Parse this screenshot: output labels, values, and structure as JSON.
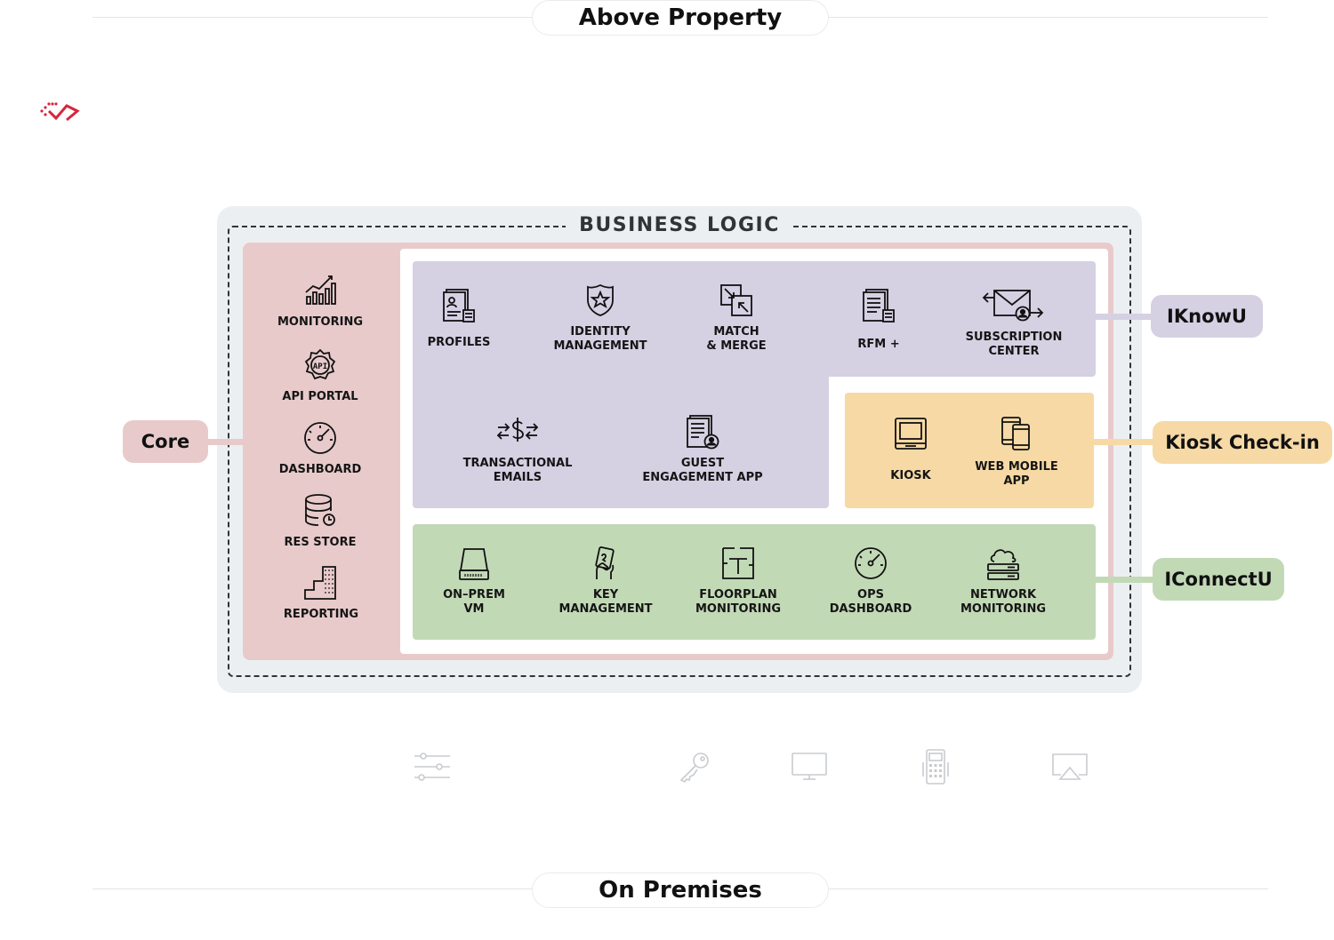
{
  "above_property": "Above Property",
  "on_premises": "On Premises",
  "business_logic": "BUSINESS LOGIC",
  "colors": {
    "core": "#e8cacb",
    "iknowu": "#d6d0e3",
    "kiosk": "#f6d9a5",
    "iconnectu": "#c2d9b6",
    "frame": "#eceff2",
    "logo": "#d7263d"
  },
  "tags": {
    "core": "Core",
    "iknowu": "IKnowU",
    "kiosk": "Kiosk Check-in",
    "iconnectu": "IConnectU"
  },
  "core_items": [
    {
      "label": "MONITORING",
      "icon": "bar-chart-icon"
    },
    {
      "label": "API PORTAL",
      "icon": "api-gear-icon"
    },
    {
      "label": "DASHBOARD",
      "icon": "gauge-icon"
    },
    {
      "label": "RES STORE",
      "icon": "database-icon"
    },
    {
      "label": "REPORTING",
      "icon": "stairs-chart-icon"
    }
  ],
  "iknowu_items": [
    {
      "label": "PROFILES",
      "icon": "profile-document-icon"
    },
    {
      "label": "IDENTITY\nMANAGEMENT",
      "icon": "badge-star-icon"
    },
    {
      "label": "MATCH\n& MERGE",
      "icon": "merge-arrows-icon"
    },
    {
      "label": "RFM +",
      "icon": "document-list-icon"
    },
    {
      "label": "SUBSCRIPTION\nCENTER",
      "icon": "envelope-user-icon"
    },
    {
      "label": "TRANSACTIONAL\nEMAILS",
      "icon": "dollar-exchange-icon"
    },
    {
      "label": "GUEST\nENGAGEMENT APP",
      "icon": "document-user-icon"
    }
  ],
  "kiosk_items": [
    {
      "label": "KIOSK",
      "icon": "kiosk-terminal-icon"
    },
    {
      "label": "WEB MOBILE\nAPP",
      "icon": "mobile-devices-icon"
    }
  ],
  "iconnectu_items": [
    {
      "label": "ON–PREM\nVM",
      "icon": "server-drive-icon"
    },
    {
      "label": "KEY\nMANAGEMENT",
      "icon": "hand-key-icon"
    },
    {
      "label": "FLOORPLAN\nMONITORING",
      "icon": "floorplan-icon"
    },
    {
      "label": "OPS\nDASHBOARD",
      "icon": "gauge-icon"
    },
    {
      "label": "NETWORK\nMONITORING",
      "icon": "cloud-server-icon"
    }
  ],
  "premises_icons": [
    "sliders-icon",
    "key-icon",
    "monitor-icon",
    "payment-terminal-icon",
    "airplay-icon"
  ]
}
